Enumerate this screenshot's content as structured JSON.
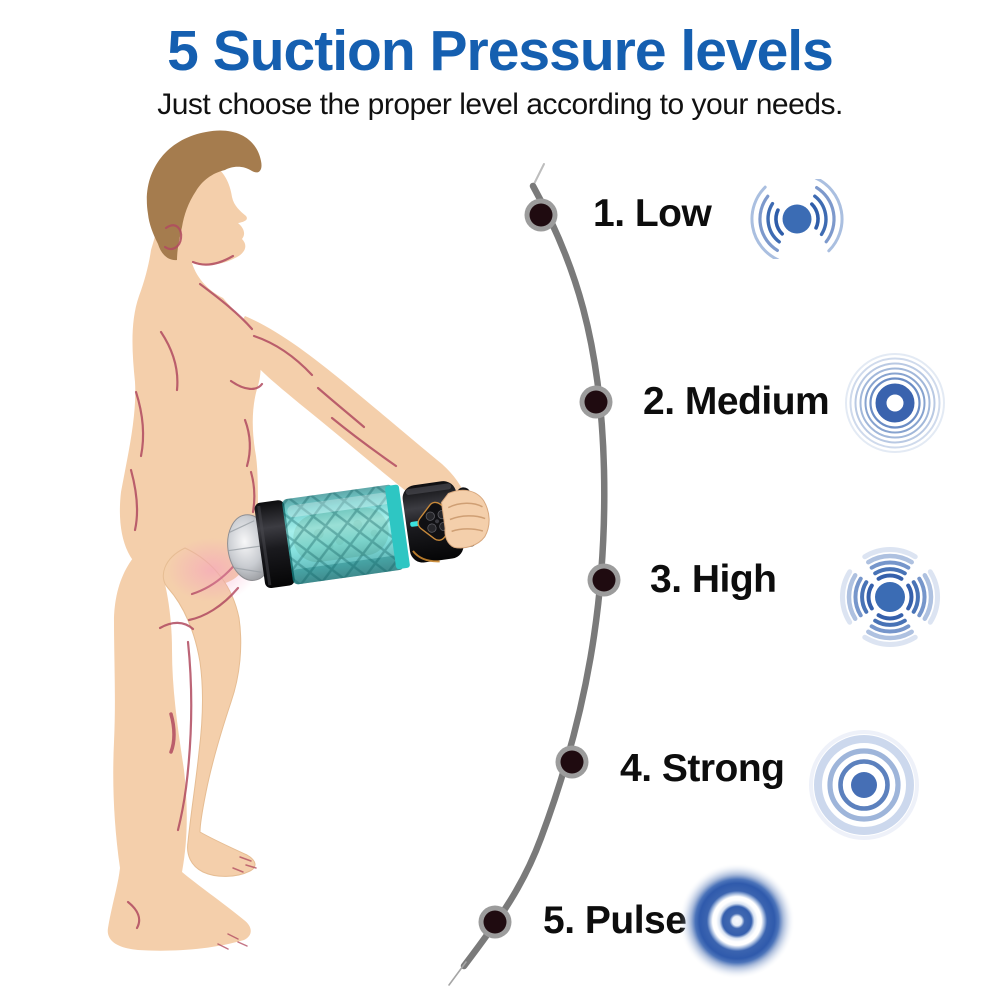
{
  "header": {
    "title": "5 Suction Pressure levels",
    "subtitle": "Just choose the proper level according to your needs."
  },
  "levels": [
    {
      "label": "1. Low",
      "icon": "low-vibration-waves-icon"
    },
    {
      "label": "2. Medium",
      "icon": "medium-ripple-rings-icon"
    },
    {
      "label": "3. High",
      "icon": "high-radiating-arcs-icon"
    },
    {
      "label": "4. Strong",
      "icon": "strong-concentric-rings-icon"
    },
    {
      "label": "5. Pulse",
      "icon": "pulse-glow-rings-icon"
    }
  ],
  "colors": {
    "title_blue": "#155FB0",
    "icon_blue": "#3B6CB4",
    "curve_gray": "#7A7A7A",
    "dot_ring_gray": "#9C9C9C",
    "dot_fill": "#1F0B10",
    "label_black": "#0D0D0D",
    "skin": "#F4CFAB",
    "accent_line_red": "#B14B60",
    "hair_brown": "#A57C4E",
    "device_teal": "#3EC8C6",
    "device_black": "#17171A",
    "device_gold": "#C8893A",
    "indicator_cyan": "#3AE2DF"
  }
}
